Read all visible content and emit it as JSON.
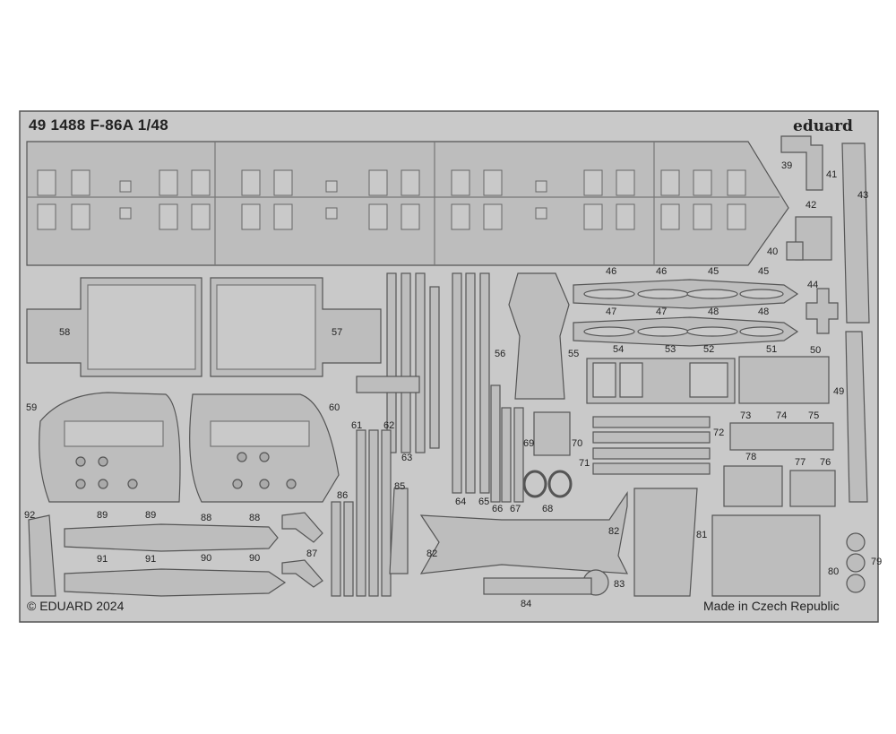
{
  "fret": {
    "title": "49 1488 F-86A 1/48",
    "brand": "eduard",
    "copyright": "© EDUARD 2024",
    "origin": "Made in Czech Republic"
  },
  "part_numbers": [
    "39",
    "40",
    "41",
    "42",
    "43",
    "44",
    "45",
    "45",
    "46",
    "46",
    "47",
    "47",
    "48",
    "48",
    "49",
    "50",
    "51",
    "52",
    "53",
    "54",
    "55",
    "56",
    "57",
    "58",
    "59",
    "60",
    "61",
    "62",
    "63",
    "64",
    "65",
    "66",
    "67",
    "68",
    "69",
    "70",
    "71",
    "72",
    "73",
    "74",
    "75",
    "76",
    "77",
    "78",
    "79",
    "80",
    "81",
    "82",
    "82",
    "83",
    "84",
    "85",
    "86",
    "87",
    "88",
    "88",
    "89",
    "89",
    "90",
    "90",
    "91",
    "91",
    "92"
  ],
  "colors": {
    "fret": "#c9c9c9",
    "part": "#bdbdbd",
    "outline": "#555555",
    "detail": "#777777",
    "text": "#222222",
    "background": "#ffffff"
  }
}
